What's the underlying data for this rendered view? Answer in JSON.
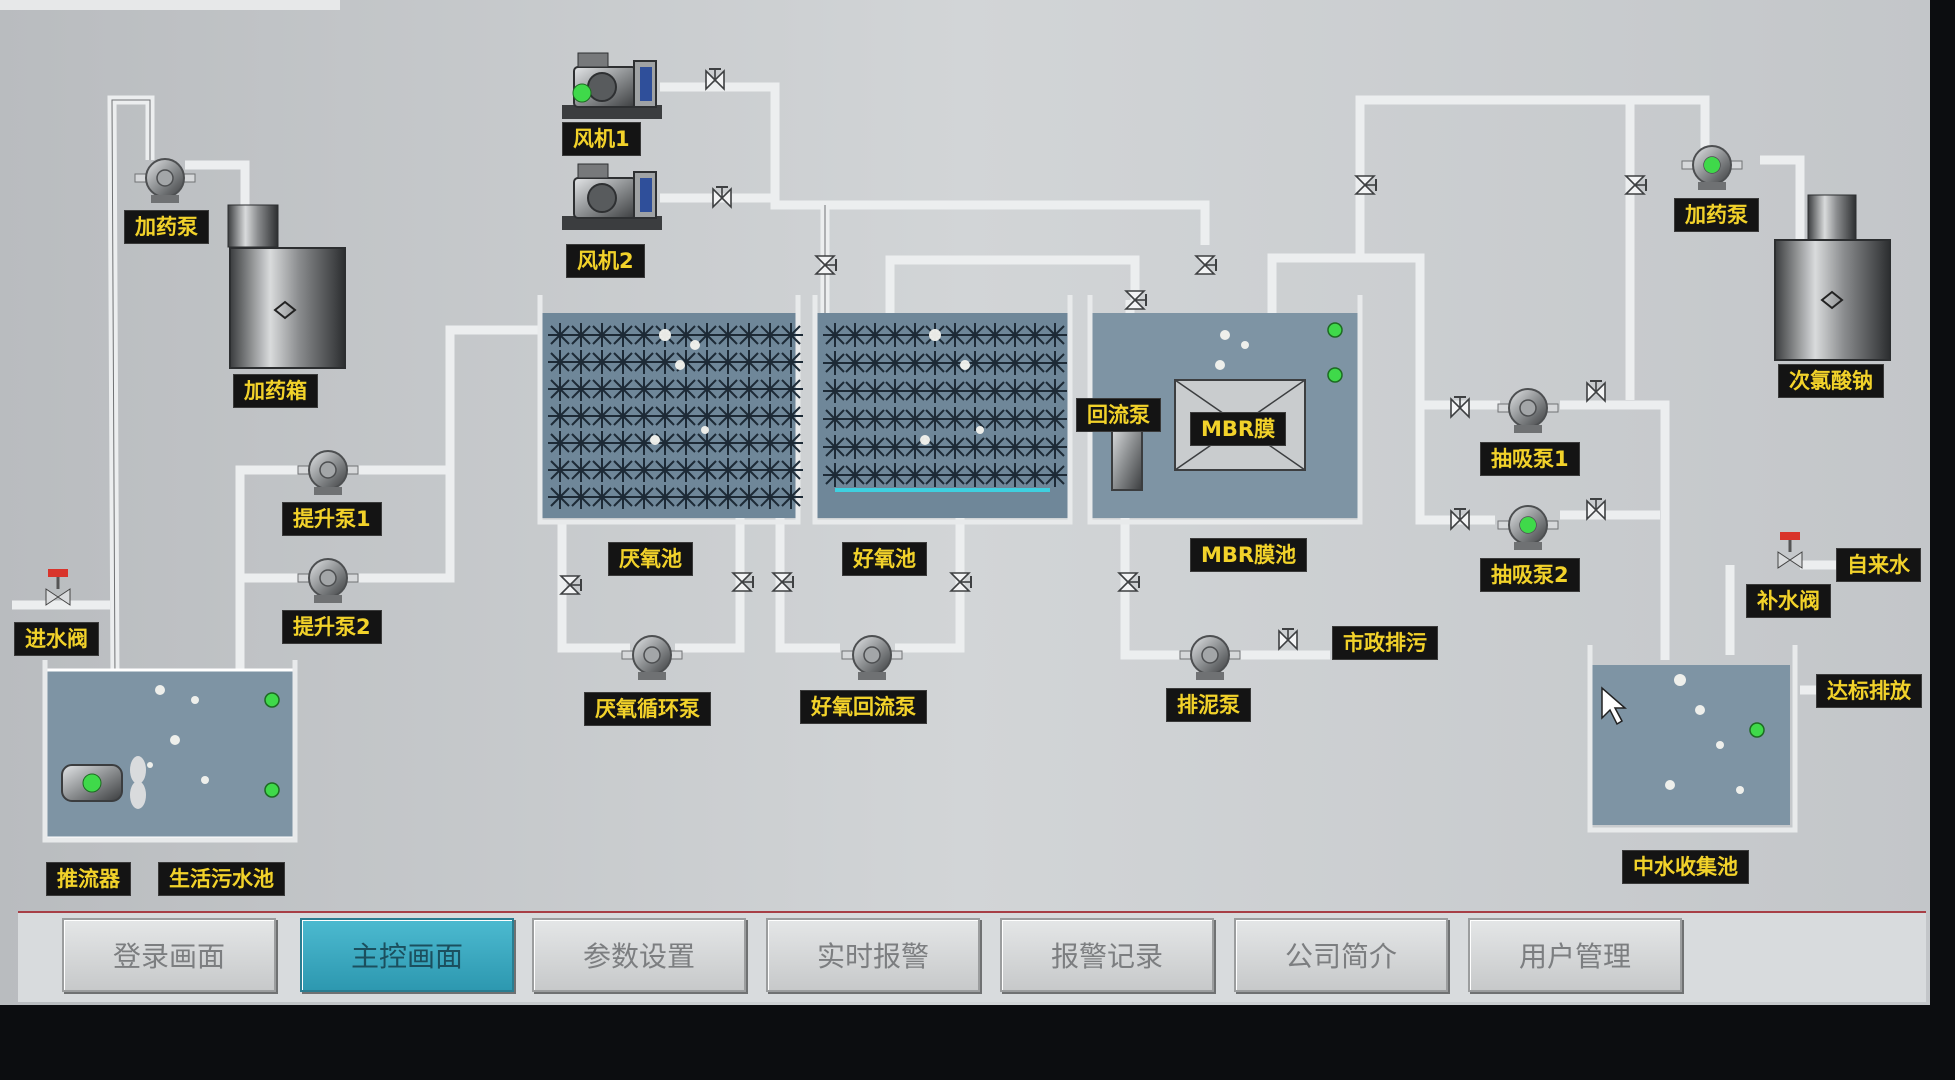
{
  "labels": {
    "fan1": "风机1",
    "fan2": "风机2",
    "dosing_pump_left": "加药泵",
    "dosing_tank": "加药箱",
    "lift_pump1": "提升泵1",
    "lift_pump2": "提升泵2",
    "inlet_valve": "进水阀",
    "propeller": "推流器",
    "sewage_tank": "生活污水池",
    "anaerobic_tank": "厌氧池",
    "aerobic_tank": "好氧池",
    "anaerobic_circ_pump": "厌氧循环泵",
    "aerobic_return_pump": "好氧回流泵",
    "return_pump": "回流泵",
    "mbr_membrane": "MBR膜",
    "mbr_tank": "MBR膜池",
    "sludge_pump": "排泥泵",
    "municipal_discharge": "市政排污",
    "suction_pump1": "抽吸泵1",
    "suction_pump2": "抽吸泵2",
    "dosing_pump_right": "加药泵",
    "sodium_hypochlorite": "次氯酸钠",
    "tap_water": "自来水",
    "makeup_valve": "补水阀",
    "standard_discharge": "达标排放",
    "reclaimed_tank": "中水收集池"
  },
  "nav": {
    "login": "登录画面",
    "main": "主控画面",
    "params": "参数设置",
    "realtime_alarm": "实时报警",
    "alarm_records": "报警记录",
    "company": "公司简介",
    "users": "用户管理",
    "active": "main"
  },
  "colors": {
    "screen_bg": "#c9cccf",
    "pipe": "#e8eaeb",
    "water": "#7f95a5",
    "label_bg": "#141414",
    "label_text": "#f2d22a",
    "status_on": "#3fd94a",
    "active_button": "#3aa8c0"
  }
}
